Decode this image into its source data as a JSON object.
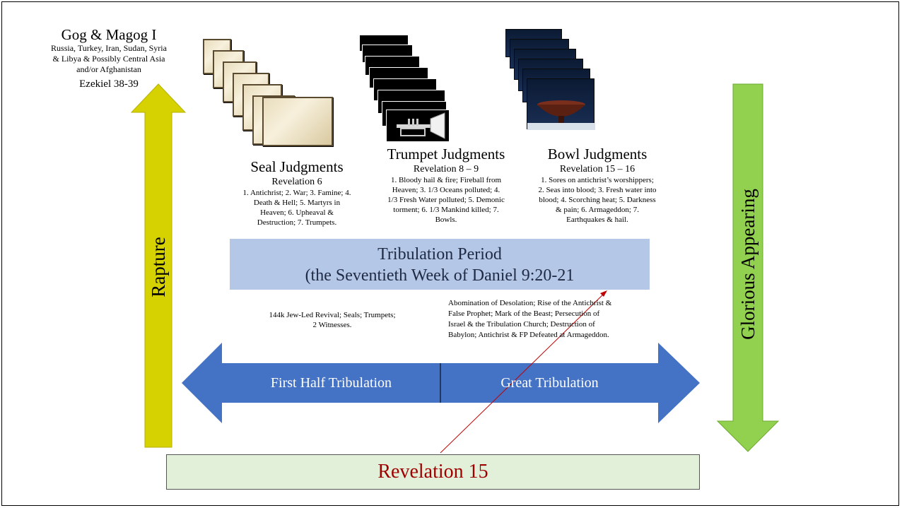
{
  "gog": {
    "title": "Gog & Magog I",
    "line1": "Russia, Turkey, Iran, Sudan, Syria",
    "line2": "& Libya & Possibly Central Asia",
    "line3": "and/or Afghanistan",
    "ref": "Ezekiel 38-39"
  },
  "seal": {
    "title": "Seal Judgments",
    "ref": "Revelation 6",
    "lines": [
      "1. Antichrist; 2. War; 3. Famine; 4.",
      "Death & Hell; 5. Martyrs in",
      "Heaven; 6. Upheaval &",
      "Destruction; 7. Trumpets."
    ]
  },
  "trumpet": {
    "title": "Trumpet Judgments",
    "ref": "Revelation 8 – 9",
    "lines": [
      "1. Bloody hail & fire; Fireball from",
      "Heaven; 3. 1/3 Oceans polluted; 4.",
      "1/3 Fresh Water polluted; 5. Demonic",
      "torment; 6. 1/3 Mankind killed; 7.",
      "Bowls."
    ]
  },
  "bowl": {
    "title": "Bowl Judgments",
    "ref": "Revelation 15 – 16",
    "lines": [
      "1. Sores on antichrist’s worshippers;",
      "2. Seas into blood; 3. Fresh water into",
      "blood; 4. Scorching heat; 5. Darkness",
      "& pain; 6. Armageddon; 7.",
      "Earthquakes & hail."
    ]
  },
  "tribulation": {
    "line1": "Tribulation Period",
    "line2": "(the Seventieth Week of Daniel 9:20-21"
  },
  "first_half_note": {
    "line1": "144k Jew-Led Revival; Seals; Trumpets;",
    "line2": "2 Witnesses."
  },
  "second_half_note": {
    "lines": [
      "Abomination of Desolation; Rise of the Antichrist &",
      "False Prophet; Mark of the Beast; Persecution of",
      "Israel & the Tribulation Church; Destruction of",
      "Babylon; Antichrist & FP Defeated at Armageddon."
    ]
  },
  "arrow": {
    "left_label": "First Half Tribulation",
    "right_label": "Great Tribulation"
  },
  "rapture": {
    "label": "Rapture"
  },
  "glorious": {
    "label": "Glorious Appearing"
  },
  "revelation_box": {
    "label": "Revelation 15"
  },
  "colors": {
    "rapture_fill": "#d6d100",
    "glorious_fill": "#92d050",
    "arrow_blue": "#4472c4",
    "trib_box": "#b4c7e7",
    "rev_box": "#e2efd9",
    "rev_text": "#a00000",
    "pointer_line": "#c00000"
  },
  "icons": {
    "seal_stack": "scroll-icon",
    "trumpet_stack": "trumpet-icon",
    "bowl_stack": "bowl-icon"
  }
}
